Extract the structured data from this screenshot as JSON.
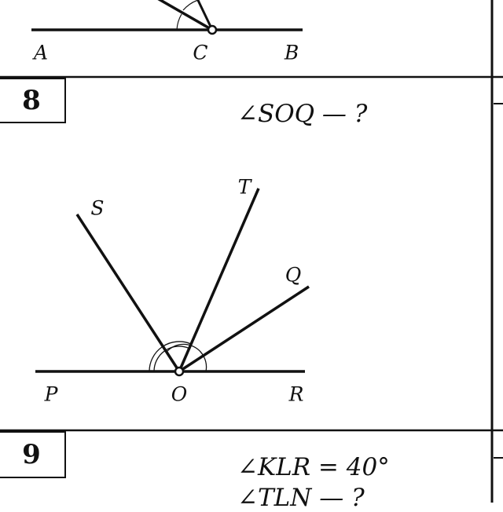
{
  "problems": [
    {
      "number": "",
      "points": {
        "A": "A",
        "C": "C",
        "B": "B"
      }
    },
    {
      "number": "8",
      "question": "∠SOQ — ?",
      "points": {
        "S": "S",
        "T": "T",
        "Q": "Q",
        "P": "P",
        "O": "O",
        "R": "R"
      }
    },
    {
      "number": "9",
      "given": "∠KLR = 40°",
      "question": "∠TLN — ?"
    }
  ],
  "colors": {
    "ink": "#111111",
    "paper": "#ffffff"
  }
}
